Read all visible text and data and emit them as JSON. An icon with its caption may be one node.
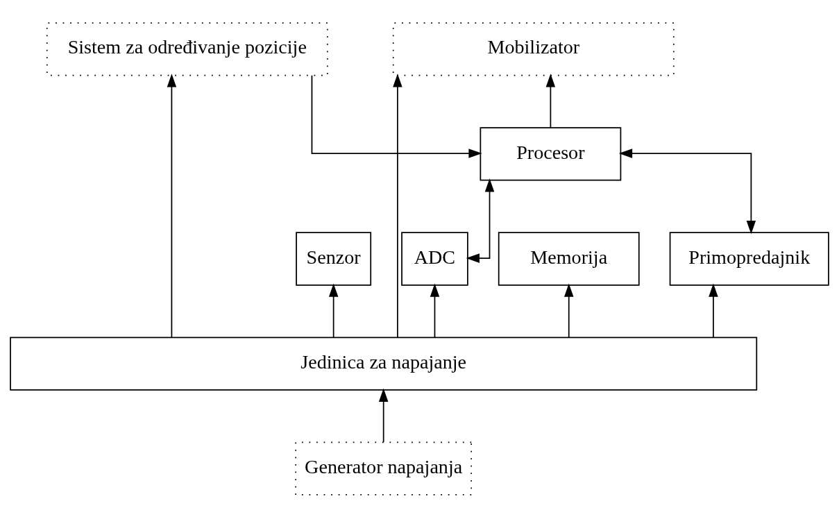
{
  "diagram": {
    "nodes": [
      {
        "text": [
          "Sistem za određivanje pozicije"
        ]
      },
      {
        "text": [
          "Mobilizator"
        ]
      },
      {
        "text": [
          "Senzor"
        ]
      },
      {
        "text": [
          "ADC"
        ]
      },
      {
        "text": [
          "Procesor"
        ]
      },
      {
        "text": [
          "Memorija"
        ]
      },
      {
        "text": [
          "Primopredajnik"
        ]
      },
      {
        "text": [
          "Jedinica za napajanje"
        ]
      },
      {
        "text": [
          "Generator napajanja"
        ]
      }
    ],
    "edges": [
      {
        "from": 7,
        "to": 0,
        "arrow": "to"
      },
      {
        "from": 7,
        "to": 2,
        "arrow": "to"
      },
      {
        "from": 7,
        "to": 3,
        "arrow": "to"
      },
      {
        "from": 7,
        "to": 5,
        "arrow": "to"
      },
      {
        "from": 7,
        "to": 6,
        "arrow": "to"
      },
      {
        "from": 7,
        "to": 1,
        "arrow": "to"
      },
      {
        "from": 0,
        "to": 4,
        "arrow": "to"
      },
      {
        "from": 4,
        "to": 1,
        "arrow": "to"
      },
      {
        "from": 3,
        "to": 4,
        "arrow": "both"
      },
      {
        "from": 4,
        "to": 6,
        "arrow": "both"
      },
      {
        "from": 8,
        "to": 7,
        "arrow": "to"
      }
    ]
  }
}
